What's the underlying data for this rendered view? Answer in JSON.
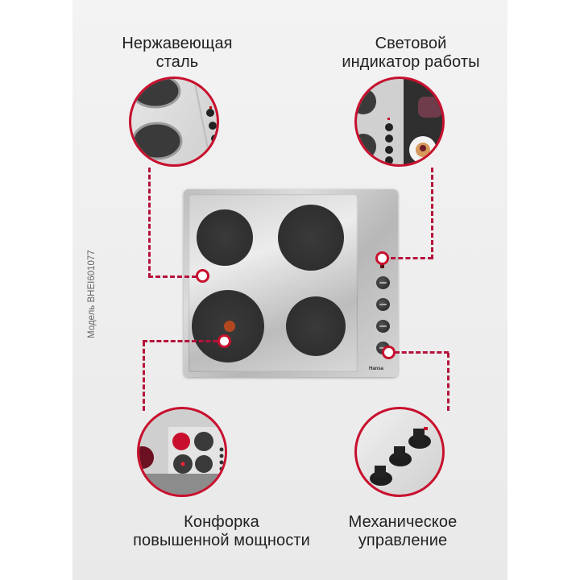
{
  "page": {
    "model_label": "Модель BHEI601077",
    "colors": {
      "accent": "#c8102e",
      "background": "#f0f0f0",
      "text": "#222222"
    }
  },
  "features": [
    {
      "id": "stainless",
      "title_line1": "Нержавеющая",
      "title_line2": "сталь",
      "icon": "stainless-steel-closeup"
    },
    {
      "id": "indicator",
      "title_line1": "Световой",
      "title_line2": "индикатор работы",
      "icon": "indicator-light-closeup"
    },
    {
      "id": "power-burner",
      "title_line1": "Конфорка",
      "title_line2": "повышенной мощности",
      "icon": "power-burner-closeup"
    },
    {
      "id": "mechanical",
      "title_line1": "Механическое",
      "title_line2": "управление",
      "icon": "rotary-knobs-closeup"
    }
  ],
  "product": {
    "brand": "Hansa",
    "burners": 4,
    "knobs": 4
  }
}
